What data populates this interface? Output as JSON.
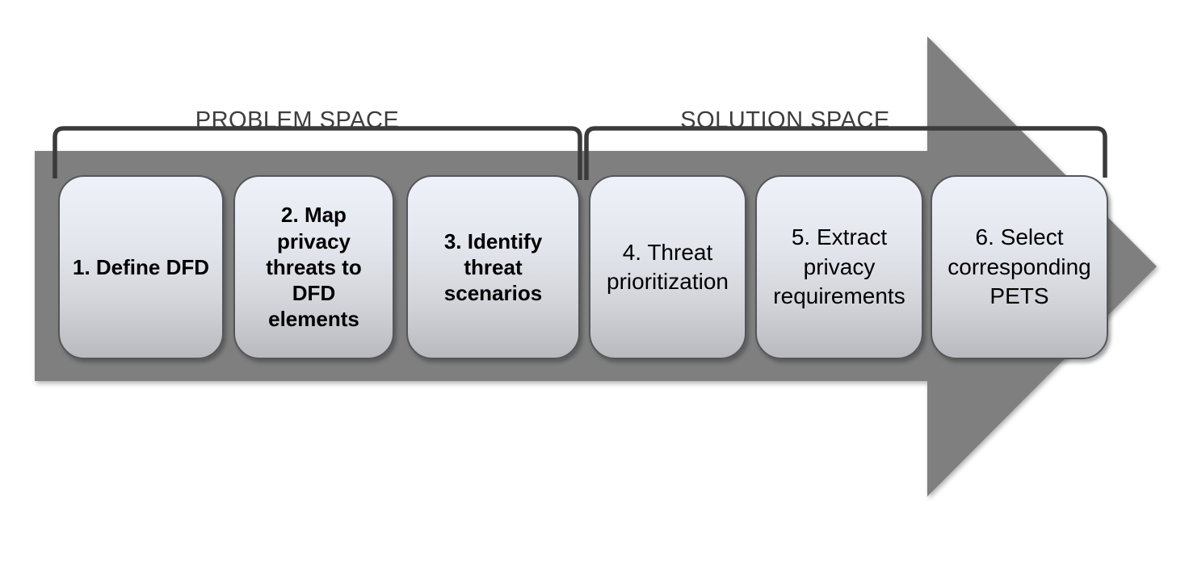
{
  "diagram": {
    "problem_space_label": "PROBLEM SPACE",
    "solution_space_label": "SOLUTION SPACE",
    "steps": [
      {
        "number": 1,
        "label": "1. Define DFD",
        "space": "problem"
      },
      {
        "number": 2,
        "label": "2. Map\nprivacy\nthreats to\nDFD\nelements",
        "space": "problem"
      },
      {
        "number": 3,
        "label": "3. Identify\nthreat\nscenarios",
        "space": "problem"
      },
      {
        "number": 4,
        "label": "4. Threat\nprioritization",
        "space": "solution"
      },
      {
        "number": 5,
        "label": "5. Extract\nprivacy\nrequirements",
        "space": "solution"
      },
      {
        "number": 6,
        "label": "6. Select\ncorresponding\nPETS",
        "space": "solution"
      }
    ],
    "colors": {
      "arrow_fill": "#7f7f7f",
      "bracket_stroke": "#3b3b3b",
      "space_label_text": "#3d3d3d",
      "box_border": "#55565a",
      "box_gradient_top": "#eef1f9",
      "box_gradient_bottom": "#b9babf",
      "step_text": "#000000"
    }
  }
}
